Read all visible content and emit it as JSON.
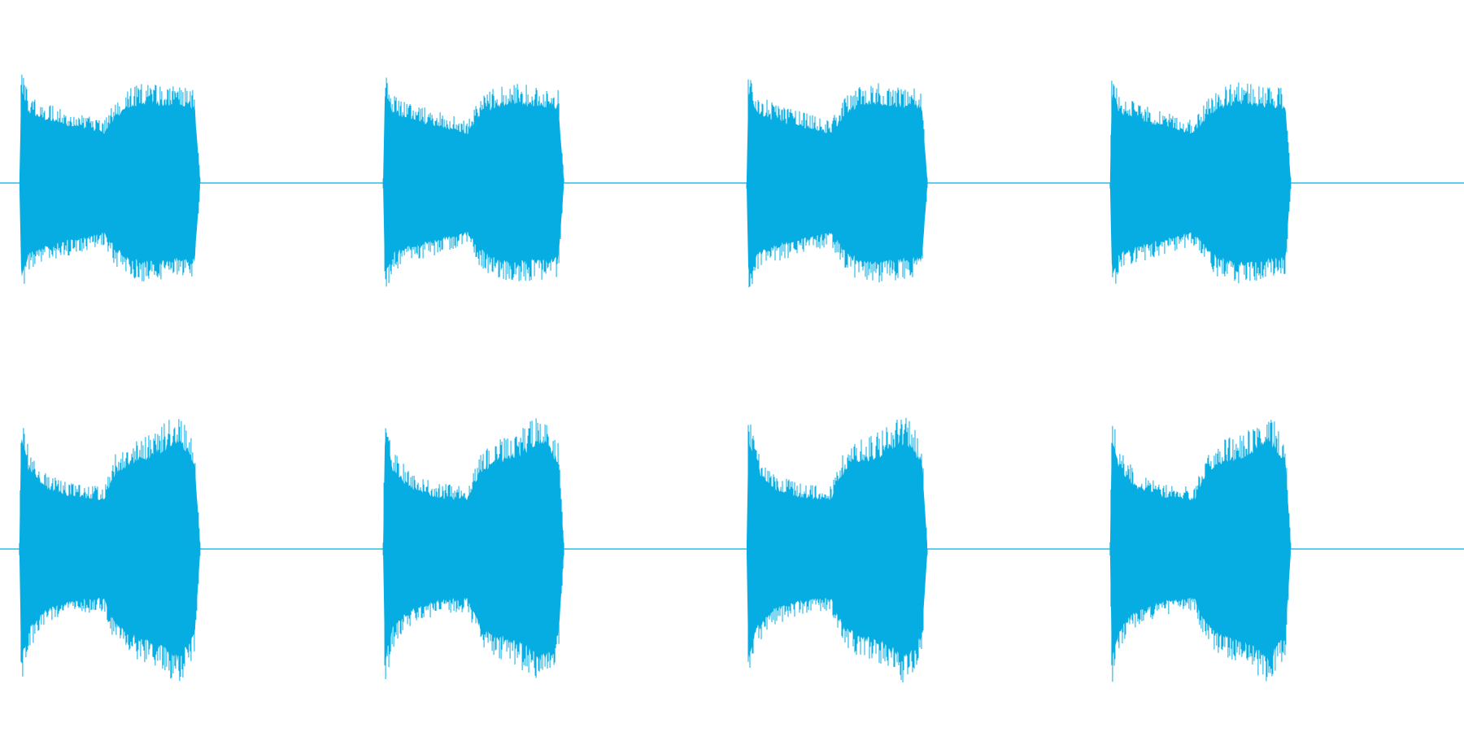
{
  "waveform": {
    "color": "#06adE2",
    "background": "#ffffff",
    "channels": [
      {
        "name": "channel-1",
        "bursts": [
          {
            "start": 0.0133,
            "end": 0.1367
          },
          {
            "start": 0.2617,
            "end": 0.385
          },
          {
            "start": 0.51,
            "end": 0.6333
          },
          {
            "start": 0.7583,
            "end": 0.8817
          }
        ],
        "envelope": [
          [
            0.0,
            0.05
          ],
          [
            0.01,
            1.0
          ],
          [
            0.05,
            0.78
          ],
          [
            0.15,
            0.7
          ],
          [
            0.35,
            0.6
          ],
          [
            0.47,
            0.55
          ],
          [
            0.53,
            0.72
          ],
          [
            0.6,
            0.83
          ],
          [
            0.7,
            0.88
          ],
          [
            0.85,
            0.85
          ],
          [
            0.97,
            0.83
          ],
          [
            1.0,
            0.05
          ]
        ]
      },
      {
        "name": "channel-2",
        "bursts": [
          {
            "start": 0.0133,
            "end": 0.1367
          },
          {
            "start": 0.2617,
            "end": 0.385
          },
          {
            "start": 0.51,
            "end": 0.6333
          },
          {
            "start": 0.7583,
            "end": 0.8817
          }
        ],
        "envelope": [
          [
            0.0,
            0.05
          ],
          [
            0.01,
            1.0
          ],
          [
            0.05,
            0.72
          ],
          [
            0.15,
            0.55
          ],
          [
            0.3,
            0.47
          ],
          [
            0.47,
            0.45
          ],
          [
            0.53,
            0.68
          ],
          [
            0.62,
            0.78
          ],
          [
            0.75,
            0.85
          ],
          [
            0.88,
            0.98
          ],
          [
            0.97,
            0.78
          ],
          [
            1.0,
            0.05
          ]
        ]
      }
    ]
  }
}
